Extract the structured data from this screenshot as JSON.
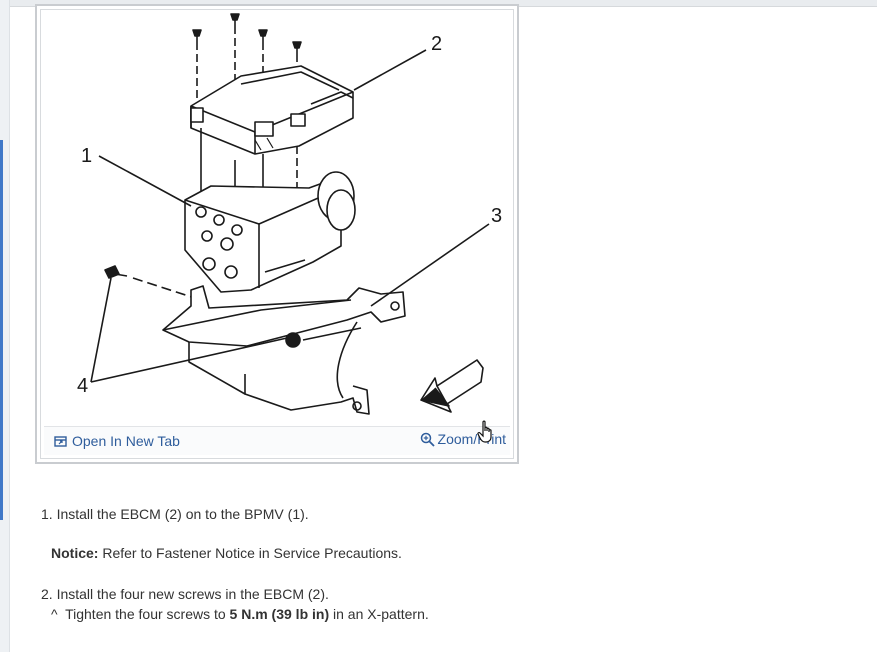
{
  "figure": {
    "callouts": [
      "1",
      "2",
      "3",
      "4"
    ],
    "open_in_new_tab_label": "Open In New Tab",
    "zoom_print_label": "Zoom/Print"
  },
  "instructions": {
    "step1": "1. Install the EBCM (2) on to the BPMV (1).",
    "notice_label": "Notice:",
    "notice_text": " Refer to Fastener Notice in Service Precautions.",
    "step2": "2. Install the four new screws in the EBCM (2).",
    "substep_prefix": "^  Tighten the four screws to ",
    "substep_bold": "5 N.m (39 lb in)",
    "substep_suffix": " in an X-pattern."
  },
  "colors": {
    "link": "#2f5d9c",
    "text": "#333333",
    "frame_border": "#c9ccd0"
  },
  "icons": {
    "open_tab": "open-new-tab-icon",
    "zoom": "magnifier-plus-icon",
    "cursor": "hand-pointer-cursor"
  }
}
